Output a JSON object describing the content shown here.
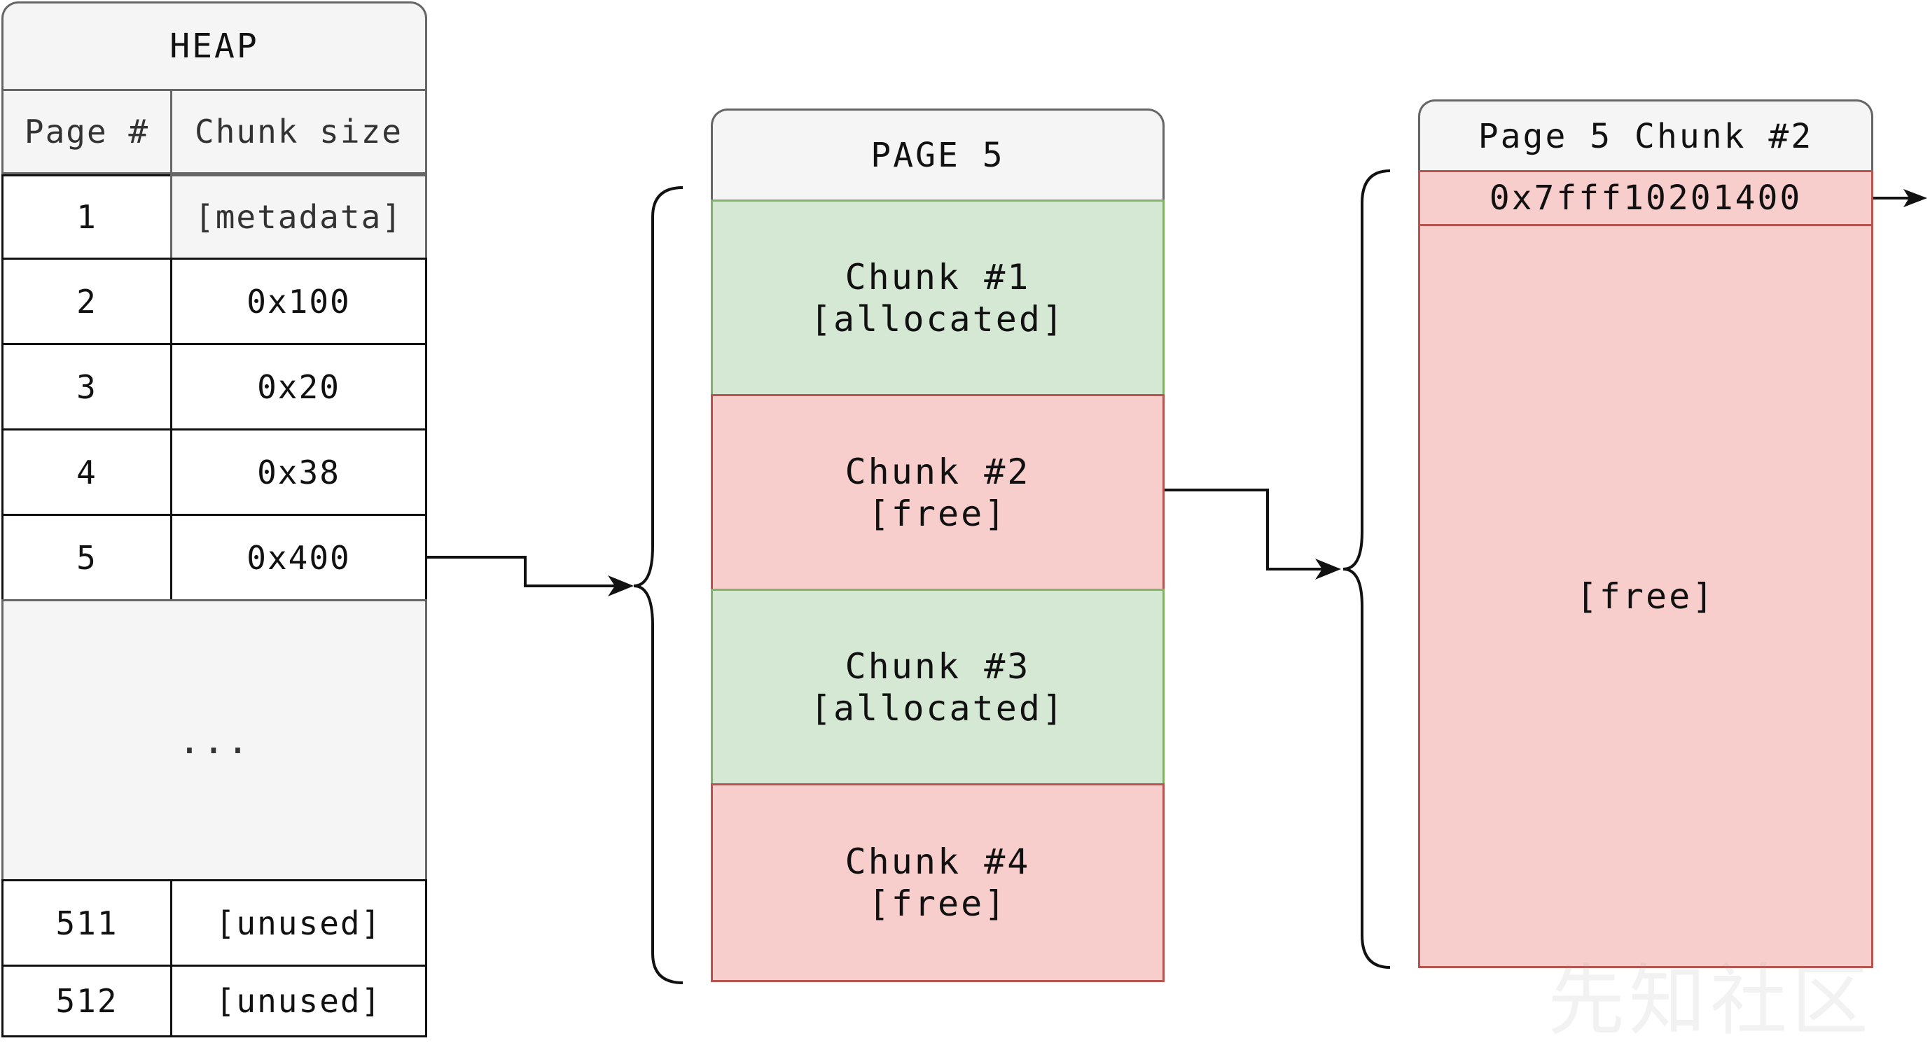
{
  "heap": {
    "title": "HEAP",
    "col_page": "Page #",
    "col_size": "Chunk size",
    "rows": [
      {
        "page": "1",
        "size": "[metadata]"
      },
      {
        "page": "2",
        "size": "0x100"
      },
      {
        "page": "3",
        "size": "0x20"
      },
      {
        "page": "4",
        "size": "0x38"
      },
      {
        "page": "5",
        "size": "0x400"
      }
    ],
    "ellipsis": "...",
    "tail_rows": [
      {
        "page": "511",
        "size": "[unused]"
      },
      {
        "page": "512",
        "size": "[unused]"
      }
    ]
  },
  "page5": {
    "title": "PAGE 5",
    "chunks": [
      {
        "name": "Chunk #1",
        "state": "[allocated]",
        "color": "#d5e8d4"
      },
      {
        "name": "Chunk #2",
        "state": "[free]",
        "color": "#f8cecc"
      },
      {
        "name": "Chunk #3",
        "state": "[allocated]",
        "color": "#d5e8d4"
      },
      {
        "name": "Chunk #4",
        "state": "[free]",
        "color": "#f8cecc"
      }
    ]
  },
  "chunk2": {
    "title": "Page 5 Chunk #2",
    "pointer": "0x7fff10201400",
    "body": "[free]"
  },
  "colors": {
    "allocated_fill": "#d5e8d4",
    "allocated_border": "#82b366",
    "free_fill": "#f8cecc",
    "free_border": "#b85450",
    "header_fill": "#f5f5f5"
  },
  "watermark": "先知社区"
}
